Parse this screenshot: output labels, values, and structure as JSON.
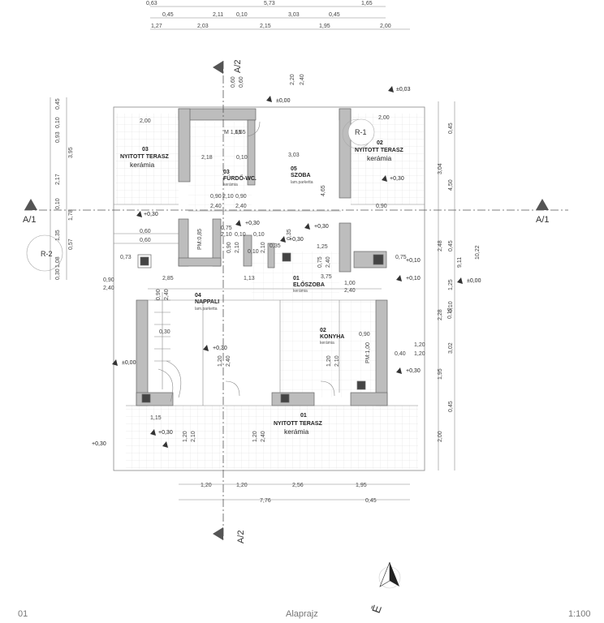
{
  "drawing": {
    "number": "01",
    "title": "Alaprajz",
    "scale": "1:100",
    "section_axes": [
      "A/1",
      "A/2"
    ],
    "grid_markers": [
      "R-1",
      "R-2"
    ]
  },
  "rooms": [
    {
      "number": "03",
      "name": "NYITOTT TERASZ",
      "finish": "kerámia"
    },
    {
      "number": "02",
      "name": "NYITOTT TERASZ",
      "finish": "kerámia"
    },
    {
      "number": "03",
      "name": "FÜRDŐ-WC.",
      "finish": "kerámia"
    },
    {
      "number": "05",
      "name": "SZOBA",
      "finish": "lam.parketta"
    },
    {
      "number": "01",
      "name": "ELŐSZOBA",
      "finish": "kerámia"
    },
    {
      "number": "04",
      "name": "NAPPALI",
      "finish": "lam.parketta"
    },
    {
      "number": "02",
      "name": "KONYHA",
      "finish": "kerámia"
    },
    {
      "number": "01",
      "name": "NYITOTT TERASZ",
      "finish": "kerámia"
    }
  ],
  "levels": [
    "±0,00",
    "+0,30",
    "+0,10",
    "±0,03",
    "+0,30",
    "+0,30",
    "+0,30",
    "±0,00",
    "+0,30",
    "±0,00",
    "+0,30",
    "+0,30",
    "+0,30",
    "+0,30",
    "+0,10"
  ],
  "dims_top": {
    "row1": [
      "0,63",
      "5,73",
      "1,65"
    ],
    "row2": [
      "0,45",
      "2,11",
      "0,10",
      "3,03",
      "0,45"
    ],
    "row3": [
      "1,27",
      "2,03",
      "2,15",
      "1,95",
      "2,00"
    ]
  },
  "dims_bottom": {
    "row1": [
      "1,20",
      "1,20",
      "2,56",
      "1,95"
    ],
    "row2": [
      "7,76",
      "0,45"
    ]
  },
  "dims_left": [
    "0,45",
    "0,10",
    "0,93",
    "3,95",
    "2,17",
    "0,10",
    "1,78",
    "1,35",
    "0,57",
    "1,08",
    "0,30"
  ],
  "dims_right": [
    "0,45",
    "3,04",
    "4,50",
    "2,48",
    "0,45",
    "9,11",
    "10,22",
    "1,25",
    "2,28",
    "0,10",
    "3,02",
    "1,95",
    "0,45",
    "2,00"
  ],
  "dims_inner": [
    "2,00",
    "2,00",
    "1,65",
    "0,60",
    "0,60",
    "2,20",
    "2,40",
    "2,18",
    "0,10",
    "3,03",
    "4,65",
    "0,90",
    "2,10",
    "0,90",
    "2,40",
    "2,40",
    "0,90",
    "0,60",
    "0,60",
    "PM:0,85",
    "0,75",
    "2,10",
    "0,10",
    "0,90",
    "2,10",
    "0,10",
    "2,10",
    "0,10",
    "0,35",
    "0,35",
    "1,25",
    "0,73",
    "2,85",
    "1,13",
    "3,75",
    "0,90",
    "2,40",
    "1,00",
    "2,40",
    "0,75",
    "0,90",
    "2,40",
    "0,75",
    "2,40",
    "0,90",
    "0,30",
    "1,20",
    "2,40",
    "1,20",
    "2,10",
    "1,20",
    "PM:1,00",
    "1,20",
    "0,40",
    "1,15",
    "1,20",
    "2,10",
    "1,20",
    "2,40",
    "0,10",
    "M 1,65"
  ]
}
